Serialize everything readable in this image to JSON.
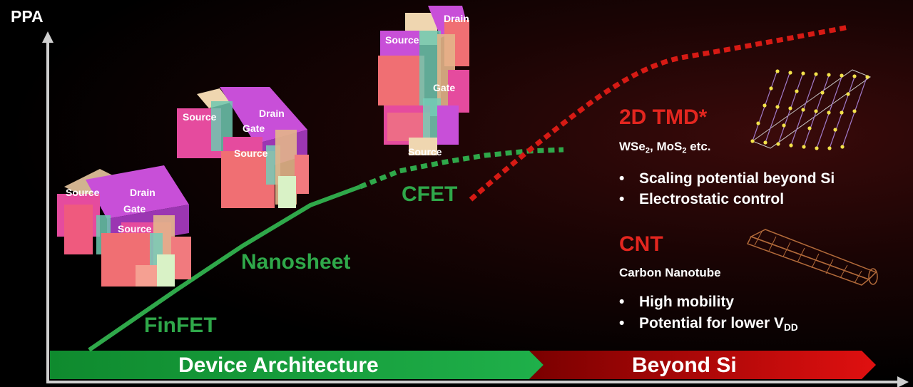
{
  "axis": {
    "y_label": "PPA"
  },
  "stages": {
    "finfet": "FinFET",
    "nanosheet": "Nanosheet",
    "cfet": "CFET"
  },
  "devices": {
    "finfet": {
      "source": "Source",
      "drain": "Drain",
      "gate": "Gate",
      "source2": "Source"
    },
    "nanosheet": {
      "source": "Source",
      "drain": "Drain",
      "gate": "Gate",
      "source2": "Source"
    },
    "cfet": {
      "source": "Source",
      "drain": "Drain",
      "gate": "Gate",
      "source2": "Source"
    }
  },
  "tmd": {
    "title": "2D TMD*",
    "subtitle_pre": "WSe",
    "subtitle_sub1": "2",
    "subtitle_mid": ", MoS",
    "subtitle_sub2": "2",
    "subtitle_post": " etc.",
    "bullets": [
      "Scaling potential beyond Si",
      "Electrostatic control"
    ]
  },
  "cnt": {
    "title": "CNT",
    "subtitle": "Carbon Nanotube",
    "bullet1": "High mobility",
    "bullet2_pre": "Potential for lower V",
    "bullet2_sub": "DD"
  },
  "bar": {
    "left_label": "Device Architecture",
    "right_label": "Beyond Si"
  },
  "colors": {
    "green": "#2fa84a",
    "red": "#e3261f",
    "axis": "#cccccc"
  }
}
